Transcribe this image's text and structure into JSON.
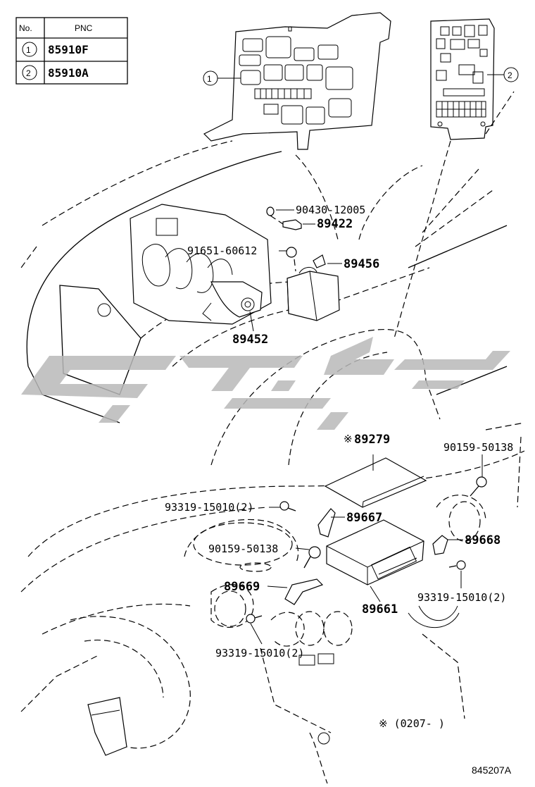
{
  "table": {
    "header_no": "No.",
    "header_pnc": "PNC",
    "rows": [
      {
        "no": "1",
        "pnc": "85910F"
      },
      {
        "no": "2",
        "pnc": "85910A"
      }
    ]
  },
  "callouts": {
    "c1": "1",
    "c2": "2"
  },
  "parts": {
    "p90430": "90430-12005",
    "p89422": "89422",
    "p91651": "91651-60612",
    "p89456": "89456",
    "p89452": "89452",
    "p89279": "89279",
    "p89279_mark": "※",
    "p90159a": "90159-50138",
    "p93319a": "93319-15010(2)",
    "p89667": "89667",
    "p90159b": "90159-50138",
    "p89668": "89668",
    "p89669": "89669",
    "p93319b": "93319-15010(2)",
    "p89661": "89661",
    "p93319c": "93319-15010(2)"
  },
  "note": "※ (0207-   )",
  "figure_id": "845207A",
  "colors": {
    "ink": "#000000",
    "watermark": "#b9b9b9",
    "background": "#ffffff"
  }
}
